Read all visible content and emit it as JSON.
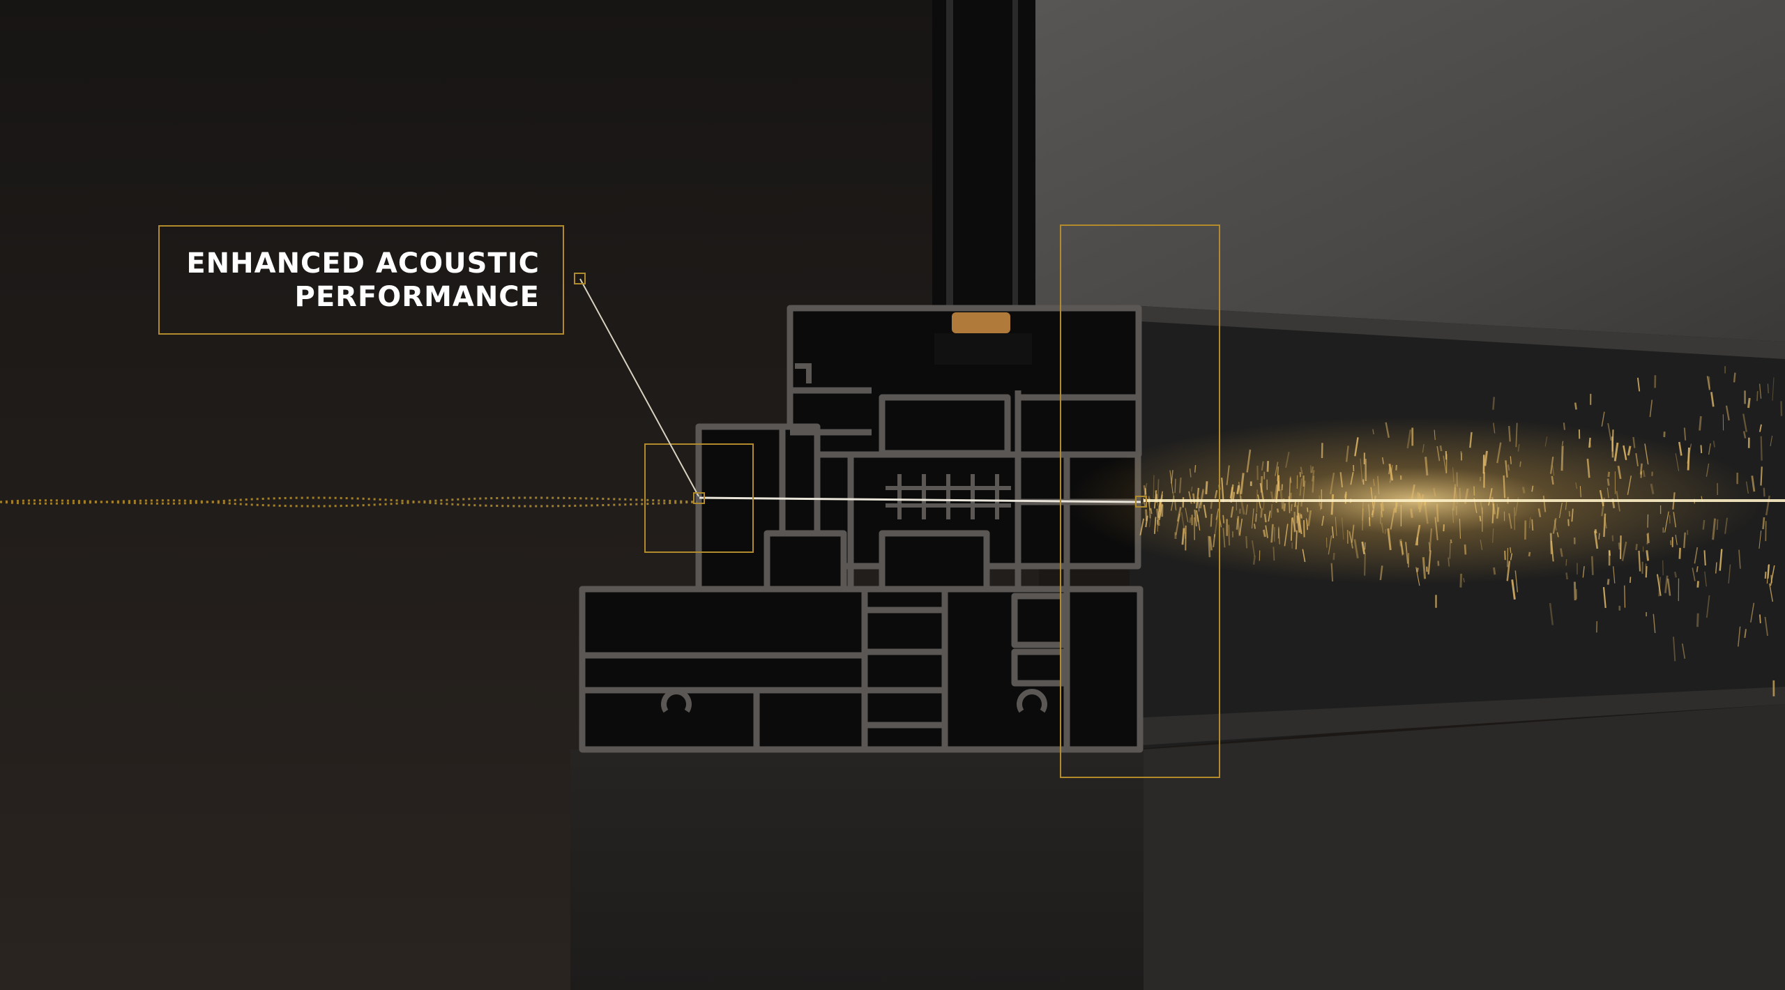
{
  "callout": {
    "line1": "ENHANCED ACOUSTIC",
    "line2": "PERFORMANCE"
  },
  "colors": {
    "accent_gold": "#b18b2c",
    "particle_gold": "#e7bd6a",
    "background_dark": "#1b1816",
    "profile_gray": "#5a5754",
    "glass_gray": "#5e5d5c",
    "concrete": "#2c2a28"
  },
  "icons": [
    "callout-anchor-marker",
    "sound-entry-marker",
    "sound-exit-marker"
  ]
}
